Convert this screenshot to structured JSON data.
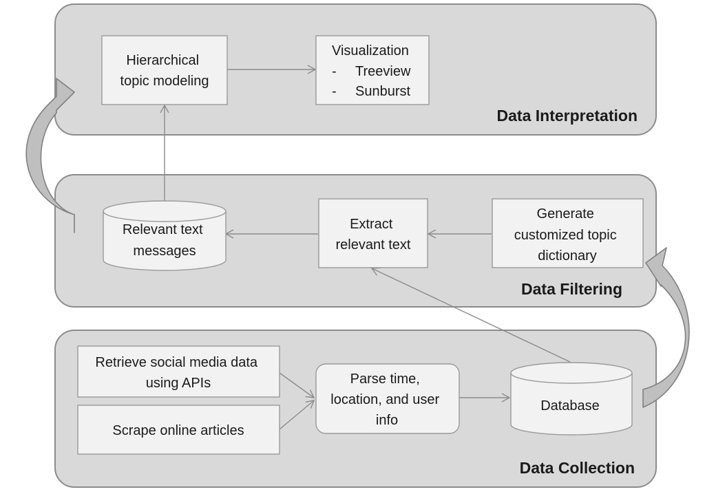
{
  "panels": {
    "interpretation": {
      "title": "Data Interpretation"
    },
    "filtering": {
      "title": "Data Filtering"
    },
    "collection": {
      "title": "Data Collection"
    }
  },
  "nodes": {
    "hierarchical": {
      "lines": [
        "Hierarchical",
        "topic modeling"
      ]
    },
    "visualization": {
      "lines": [
        "Visualization",
        "-",
        "Treeview",
        "-",
        "Sunburst"
      ]
    },
    "relevant_messages": {
      "lines": [
        "Relevant text",
        "messages"
      ]
    },
    "extract": {
      "lines": [
        "Extract",
        "relevant text"
      ]
    },
    "generate": {
      "lines": [
        "Generate",
        "customized topic",
        "dictionary"
      ]
    },
    "retrieve": {
      "lines": [
        "Retrieve social media data",
        "using APIs"
      ]
    },
    "scrape": {
      "lines": [
        "Scrape online articles"
      ]
    },
    "parse": {
      "lines": [
        "Parse time,",
        "location, and user",
        "info"
      ]
    },
    "database": {
      "lines": [
        "Database"
      ]
    }
  },
  "colors": {
    "panel_fill": "#d9d9d9",
    "panel_stroke": "#8c8c8c",
    "box_fill": "#f2f2f2",
    "box_stroke": "#9a9a9a",
    "arrow": "#8c8c8c",
    "big_arrow_fill": "#bfbfbf",
    "big_arrow_stroke": "#808080"
  }
}
